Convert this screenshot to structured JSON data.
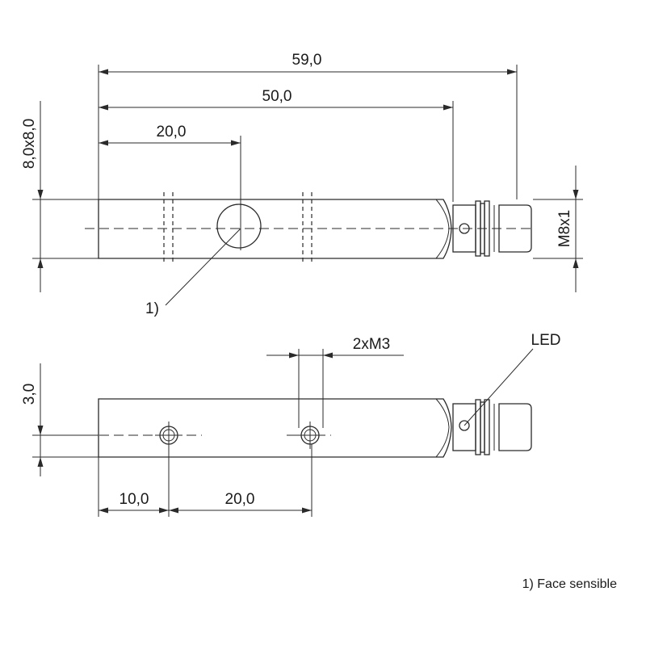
{
  "dimensions": {
    "overall_length": "59,0",
    "body_length": "50,0",
    "face_center": "20,0",
    "cross_section": "8,0x8,0",
    "thread": "M8x1",
    "holes": "2xM3",
    "hole_height": "3,0",
    "hole_offset": "10,0",
    "hole_spacing": "20,0"
  },
  "callouts": {
    "face_marker": "1)",
    "led": "LED"
  },
  "footnote": "1) Face sensible"
}
